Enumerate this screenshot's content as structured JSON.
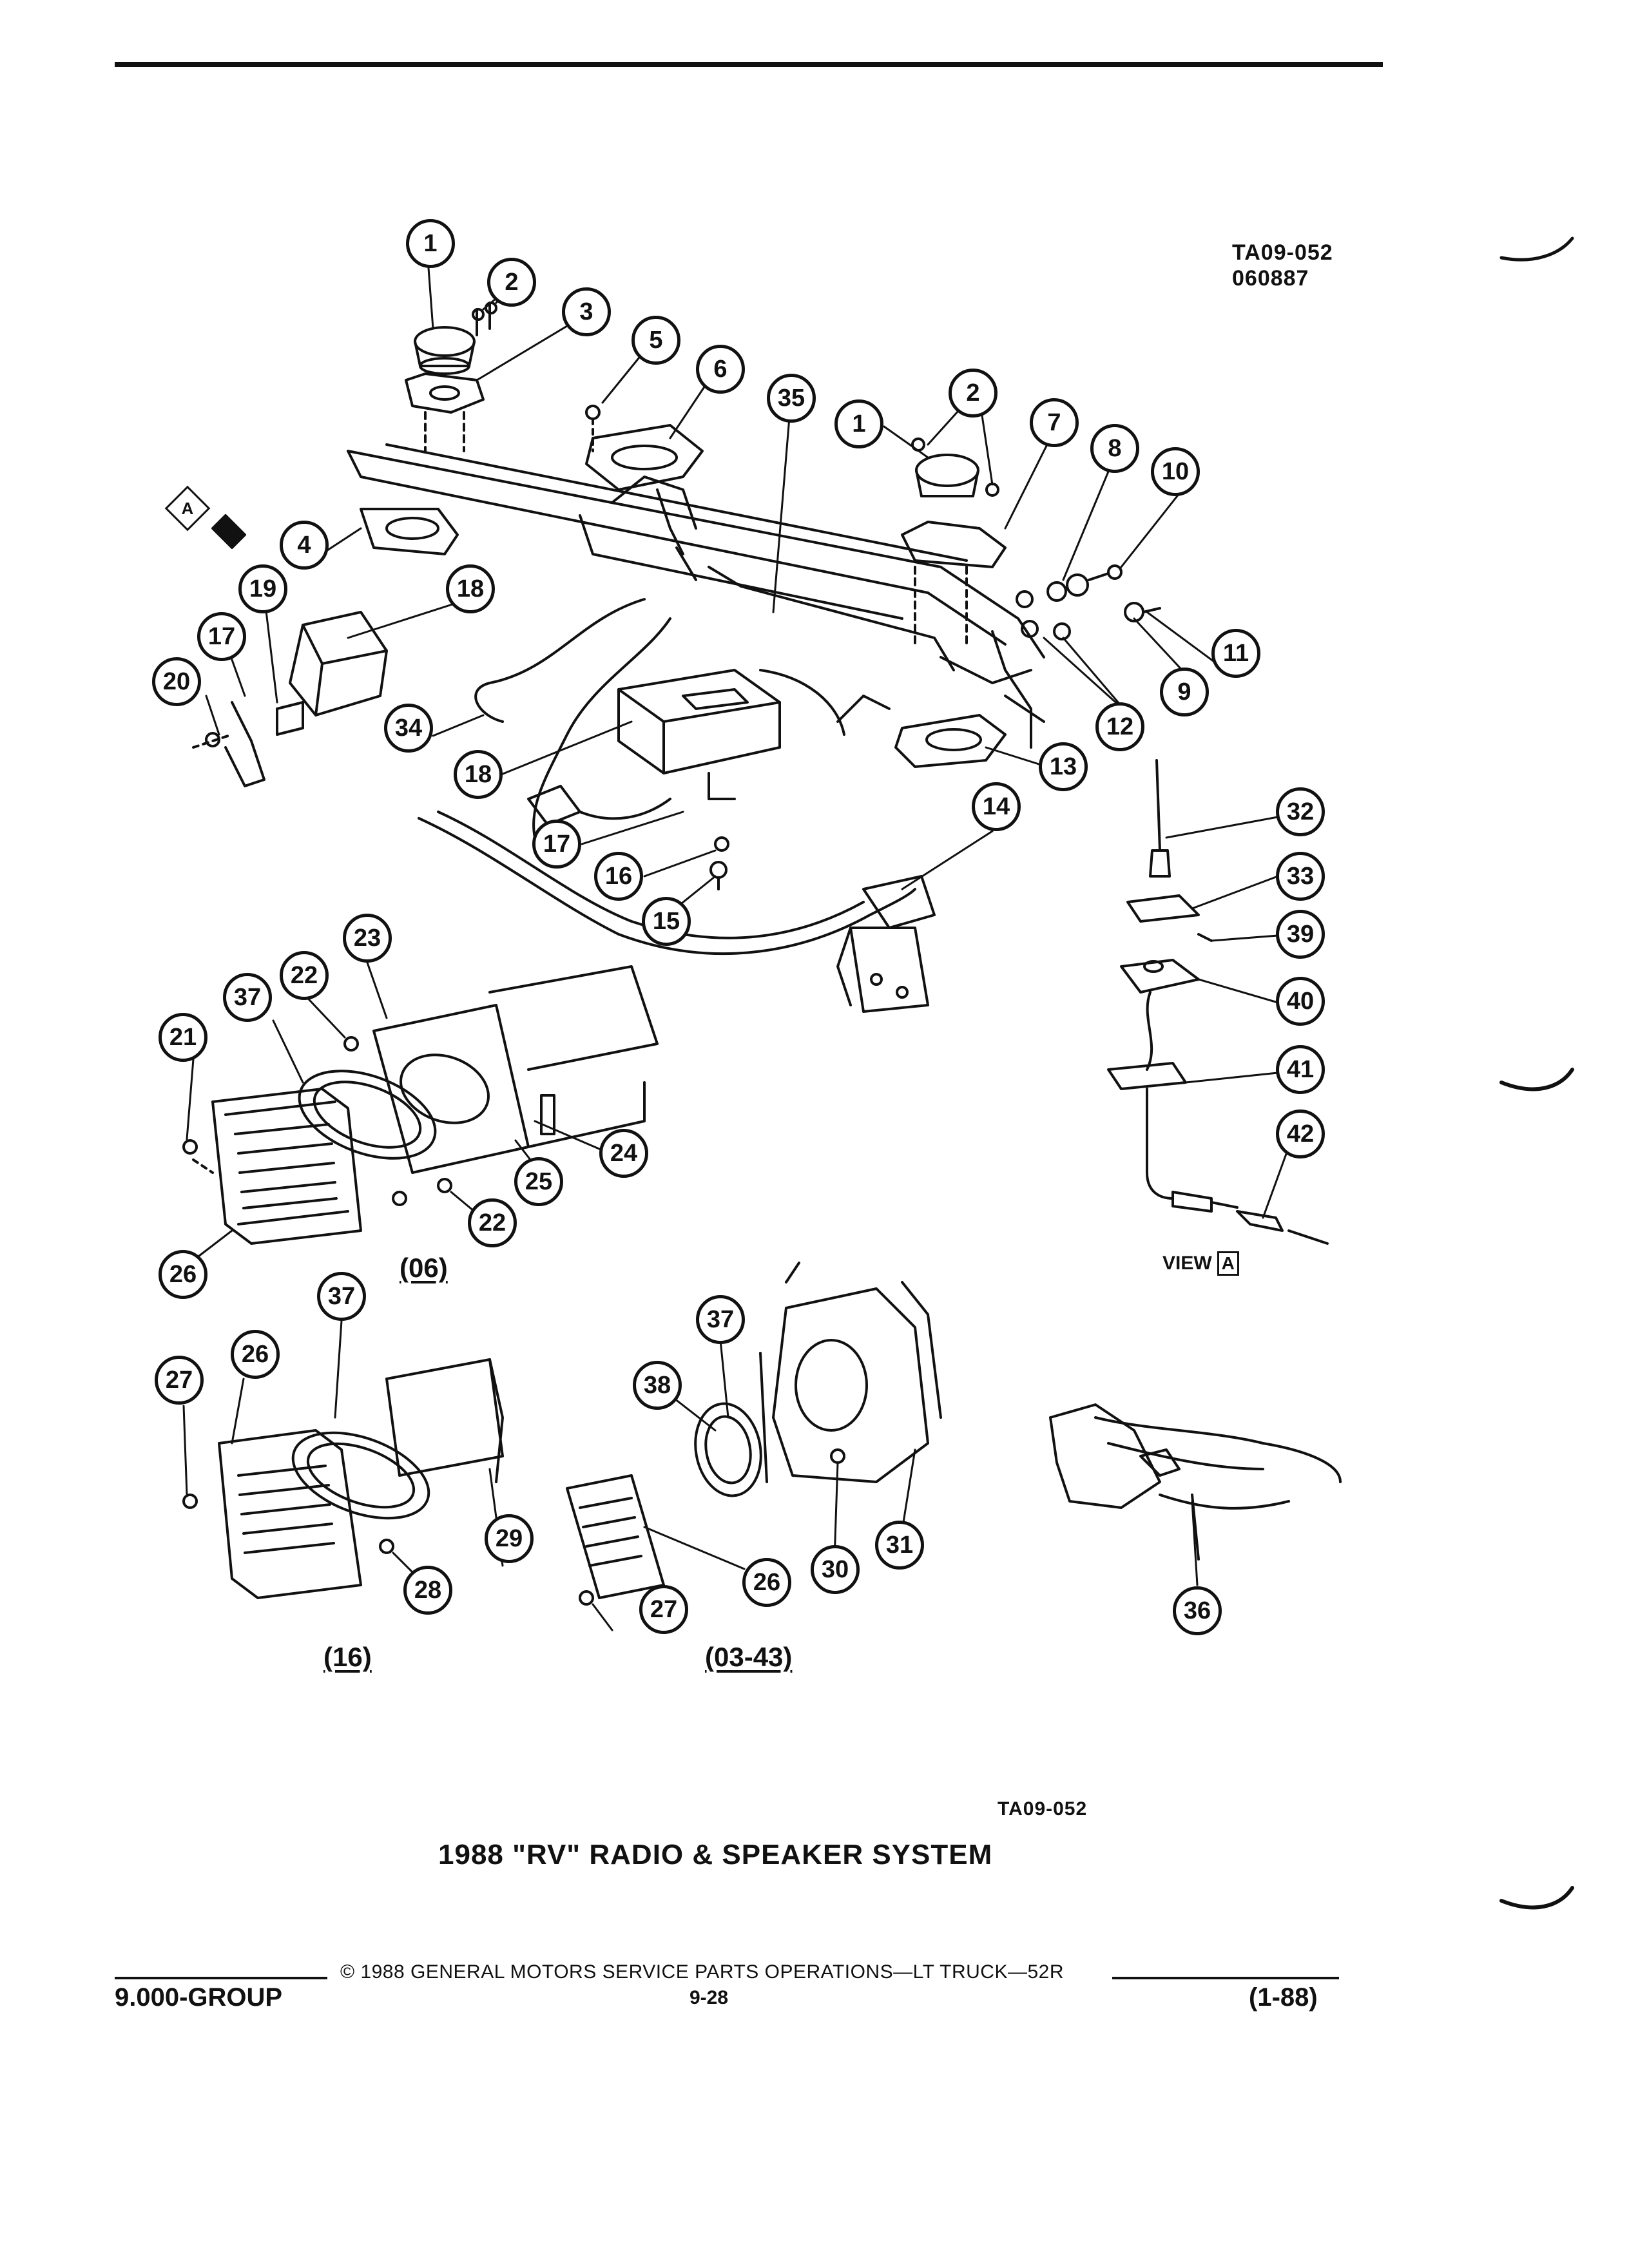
{
  "header": {
    "drawing_code": "TA09-052",
    "date_code": "060887"
  },
  "callouts": [
    "1",
    "2",
    "3",
    "5",
    "6",
    "35",
    "1",
    "2",
    "7",
    "8",
    "10",
    "4",
    "19",
    "18",
    "17",
    "20",
    "11",
    "9",
    "12",
    "13",
    "34",
    "18",
    "17",
    "16",
    "15",
    "14",
    "32",
    "33",
    "39",
    "40",
    "41",
    "42",
    "23",
    "37",
    "22",
    "21",
    "24",
    "25",
    "22",
    "26",
    "26",
    "37",
    "27",
    "29",
    "28",
    "38",
    "37",
    "26",
    "27",
    "30",
    "31",
    "36"
  ],
  "variants": {
    "v06": "(06)",
    "v16": "(16)",
    "v0343": "(03-43)"
  },
  "view_label": "VIEW",
  "view_letter": "A",
  "arrow_letter": "A",
  "drawing_code_bottom": "TA09-052",
  "title": "1988 \"RV\" RADIO & SPEAKER SYSTEM",
  "footer": {
    "copyright": "© 1988 GENERAL MOTORS SERVICE PARTS OPERATIONS—LT TRUCK—52R",
    "group": "9.000-GROUP",
    "page": "9-28",
    "revision": "(1-88)"
  }
}
